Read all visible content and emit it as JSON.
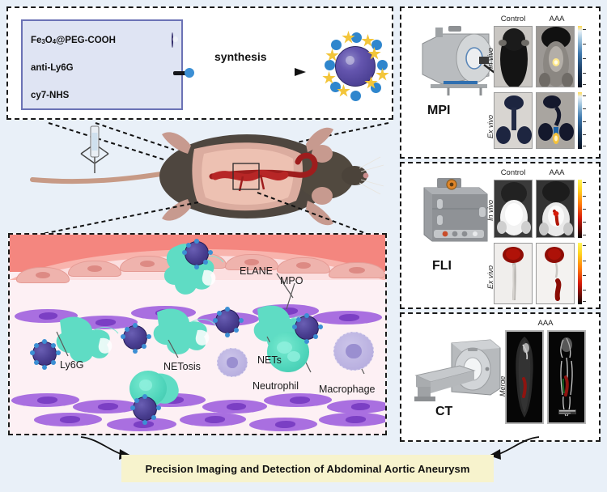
{
  "figure": {
    "background_color": "#e9f0f8",
    "banner": {
      "text": "Precision Imaging and Detection of Abdominal Aortic Aneurysm",
      "background_color": "#f7f3cd"
    }
  },
  "synthesis": {
    "arrow_label": "synthesis",
    "legend_box_color": "#dfe4f3",
    "legend_border_color": "#6b72b5",
    "items": [
      {
        "label_html": "Fe<sub>3</sub>O<sub>4</sub>@PEG-COOH",
        "label": "Fe3O4@PEG-COOH",
        "icon": "purple-sphere-icon",
        "color": "#4e4396"
      },
      {
        "label_html": "anti-Ly6G",
        "label": "anti-Ly6G",
        "icon": "antibody-icon",
        "color": "#3c8fd4"
      },
      {
        "label_html": "cy7-NHS",
        "label": "cy7-NHS",
        "icon": "star-icon",
        "color": "#f5c93f"
      }
    ],
    "product": {
      "name": "conjugated-nanoparticle",
      "core_color": "#4a3f92",
      "antibody_color": "#2f86cd",
      "dye_color": "#f3c53a"
    }
  },
  "mouse_scene": {
    "name": "mouse-injection-illustration",
    "syringe": "syringe-icon",
    "body_color": "#4c4541",
    "aorta_color": "#a81f1f"
  },
  "cell_panel": {
    "lumen_color": "#f4867f",
    "labels": [
      {
        "text": "Ly6G",
        "name": "label-ly6g"
      },
      {
        "text": "NETosis",
        "name": "label-netosis"
      },
      {
        "text": "ELANE",
        "name": "label-elane"
      },
      {
        "text": "MPO",
        "name": "label-mpo"
      },
      {
        "text": "NETs",
        "name": "label-nets"
      },
      {
        "text": "Neutrophil",
        "name": "label-neutrophil"
      },
      {
        "text": "Macrophage",
        "name": "label-macrophage"
      }
    ],
    "cell_colors": {
      "smooth_muscle": "#a96fe0",
      "neutrophil": "#4fd5bb",
      "macrophage": "#b9b0e0",
      "nanoparticle": "#483d8f",
      "nets": "#5fdcc4"
    }
  },
  "modalities": [
    {
      "name": "mpi",
      "label": "MPI",
      "device_icon": "mpi-scanner-icon",
      "columns": [
        "Control",
        "AAA"
      ],
      "rows": [
        "In vivo",
        "Ex vivo"
      ],
      "colorbar": "blue-yellow"
    },
    {
      "name": "fli",
      "label": "FLI",
      "device_icon": "fli-imager-icon",
      "columns": [
        "Control",
        "AAA"
      ],
      "rows": [
        "In vivo",
        "Ex vivo"
      ],
      "colorbar": "red-yellow"
    },
    {
      "name": "ct",
      "label": "CT",
      "device_icon": "ct-scanner-icon",
      "columns": [
        "AAA"
      ],
      "rows": [
        "Merge"
      ],
      "colorbar": "none"
    }
  ]
}
